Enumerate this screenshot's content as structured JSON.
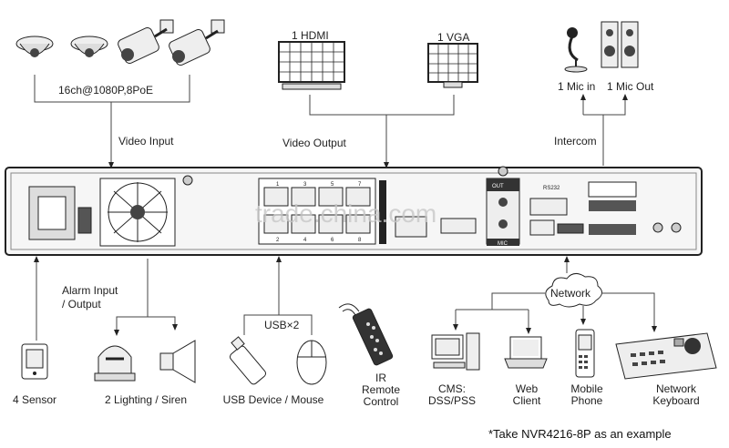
{
  "top": {
    "cameras_label": "16ch@1080P,8PoE",
    "video_input_label": "Video Input",
    "hdmi_label": "1 HDMI",
    "vga_label": "1 VGA",
    "video_output_label": "Video Output",
    "mic_in_label": "1 Mic in",
    "mic_out_label": "1 Mic Out",
    "intercom_label": "Intercom"
  },
  "panel": {
    "rs232_label": "RS232",
    "out_label": "OUT",
    "mic_label": "MIC",
    "watermark": "trade.china.com",
    "port_numbers_top": [
      "1",
      "3",
      "5",
      "7"
    ],
    "port_numbers_bottom": [
      "2",
      "4",
      "6",
      "8"
    ]
  },
  "bottom": {
    "alarm_label_line1": "Alarm Input",
    "alarm_label_line2": "/ Output",
    "sensor_label": "4 Sensor",
    "lighting_label": "2 Lighting / Siren",
    "usb_label": "USB×2",
    "usb_device_label": "USB Device / Mouse",
    "ir_line1": "IR",
    "ir_line2": "Remote",
    "ir_line3": "Control",
    "network_label": "Network",
    "cms_line1": "CMS:",
    "cms_line2": "DSS/PSS",
    "web_line1": "Web",
    "web_line2": "Client",
    "mobile_line1": "Mobile",
    "mobile_line2": "Phone",
    "keyboard_line1": "Network",
    "keyboard_line2": "Keyboard",
    "footnote": "*Take  NVR4216-8P  as an example"
  }
}
